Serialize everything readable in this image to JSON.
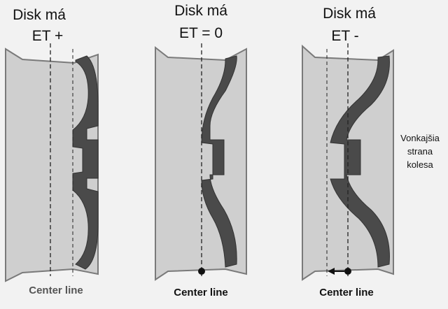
{
  "colors": {
    "background": "#f2f2f2",
    "rim_fill": "#cfcfcf",
    "rim_outline": "#7a7a7a",
    "disc_fill": "#4a4a4a",
    "centerline": "#222222"
  },
  "panels": [
    {
      "title_line1": "Disk má",
      "title_line2": "ET +",
      "center_label": "Center line",
      "offset": "positive"
    },
    {
      "title_line1": "Disk má",
      "title_line2": "ET = 0",
      "center_label": "Center line",
      "offset": "zero"
    },
    {
      "title_line1": "Disk má",
      "title_line2": "ET -",
      "center_label": "Center line",
      "offset": "negative"
    }
  ],
  "side_label": {
    "line1": "Vonkajšia",
    "line2": "strana",
    "line3": "kolesa"
  }
}
